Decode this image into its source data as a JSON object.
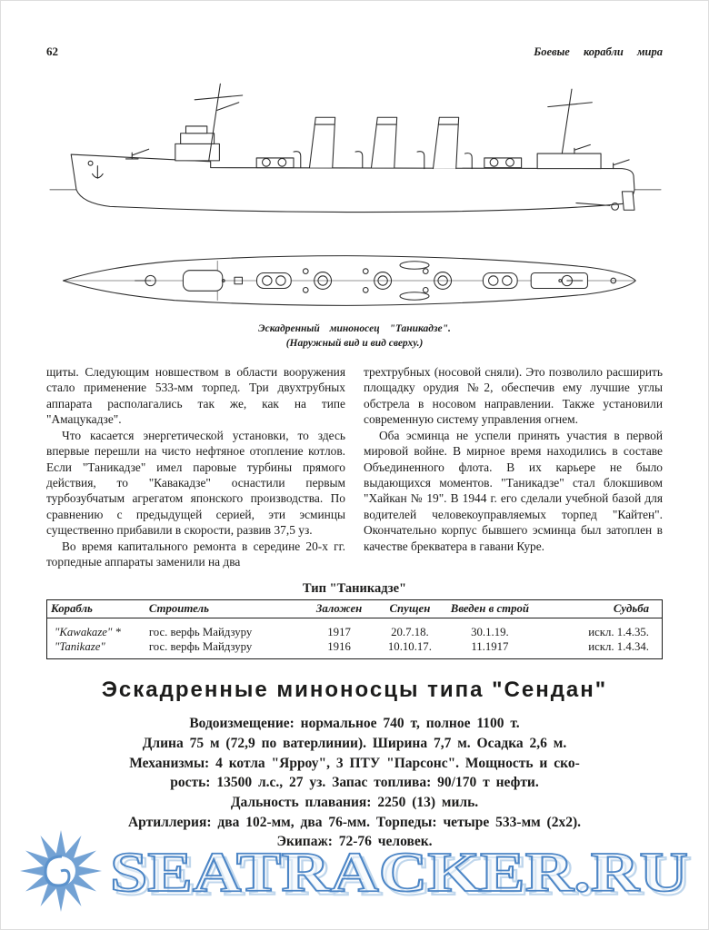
{
  "page": {
    "number": "62",
    "running_title": "Боевые корабли мира"
  },
  "figure": {
    "caption_line1": "Эскадренный миноносец \"Таникадзе\".",
    "caption_line2": "(Наружный вид и вид сверху.)"
  },
  "article": {
    "left_column": [
      "щиты. Следующим новшеством в области вооружения стало применение 533-мм торпед. Три двухтрубных аппарата располагались так же, как на типе \"Амацукадзе\".",
      "Что касается энергетической установки, то здесь впервые перешли на чисто нефтяное отопление котлов. Если \"Таникадзе\" имел паровые турбины прямого действия, то \"Кавакадзе\" оснастили первым турбозубчатым агрегатом японского производства. По сравнению с предыдущей серией, эти эсминцы существенно прибавили в скорости, развив 37,5 уз.",
      "Во время капитального ремонта в середине 20-х гг. торпедные аппараты заменили на два"
    ],
    "right_column": [
      "трехтрубных (носовой сняли). Это позволило расширить площадку орудия №2, обеспечив ему лучшие углы обстрела в носовом направлении. Также установили современную систему управления огнем.",
      "Оба эсминца не успели принять участия в первой мировой войне. В мирное время находились в составе Объединенного флота. В их карьере не было выдающихся моментов. \"Таникадзе\" стал блокшивом \"Хайкан № 19\". В 1944 г. его сделали учебной базой для водителей человекоуправляемых торпед \"Кайтен\". Окончательно корпус бывшего эсминца был затоплен в качестве брекватера в гавани Куре."
    ]
  },
  "ship_table": {
    "title": "Тип \"Таникадзе\"",
    "headers": [
      "Корабль",
      "Строитель",
      "Заложен",
      "Спущен",
      "Введен в строй",
      "Судьба"
    ],
    "rows": [
      [
        "\"Kawakaze\" *",
        "гос. верфь Майдзуру",
        "1917",
        "20.7.18.",
        "30.1.19.",
        "искл. 1.4.35."
      ],
      [
        "\"Tanikaze\"",
        "гос. верфь Майдзуру",
        "1916",
        "10.10.17.",
        "11.1917",
        "искл. 1.4.34."
      ]
    ]
  },
  "section": {
    "heading": "Эскадренные миноносцы типа \"Сендан\"",
    "specs": [
      "Водоизмещение: нормальное 740 т, полное 1100 т.",
      "Длина 75 м (72,9 по ватерлинии). Ширина 7,7 м. Осадка 2,6 м.",
      "Механизмы: 4 котла \"Ярроу\", 3 ПТУ \"Парсонс\". Мощность и ско-",
      "рость: 13500 л.с., 27 уз. Запас топлива: 90/170 т нефти.",
      "Дальность плавания: 2250 (13) миль.",
      "Артиллерия: два 102-мм, два 76-мм. Торпеды: четыре 533-мм (2x2).",
      "Экипаж: 72-76 человек."
    ]
  },
  "watermark": {
    "text": "SEATRACKER.RU",
    "accent_color": "#4d86c6"
  }
}
